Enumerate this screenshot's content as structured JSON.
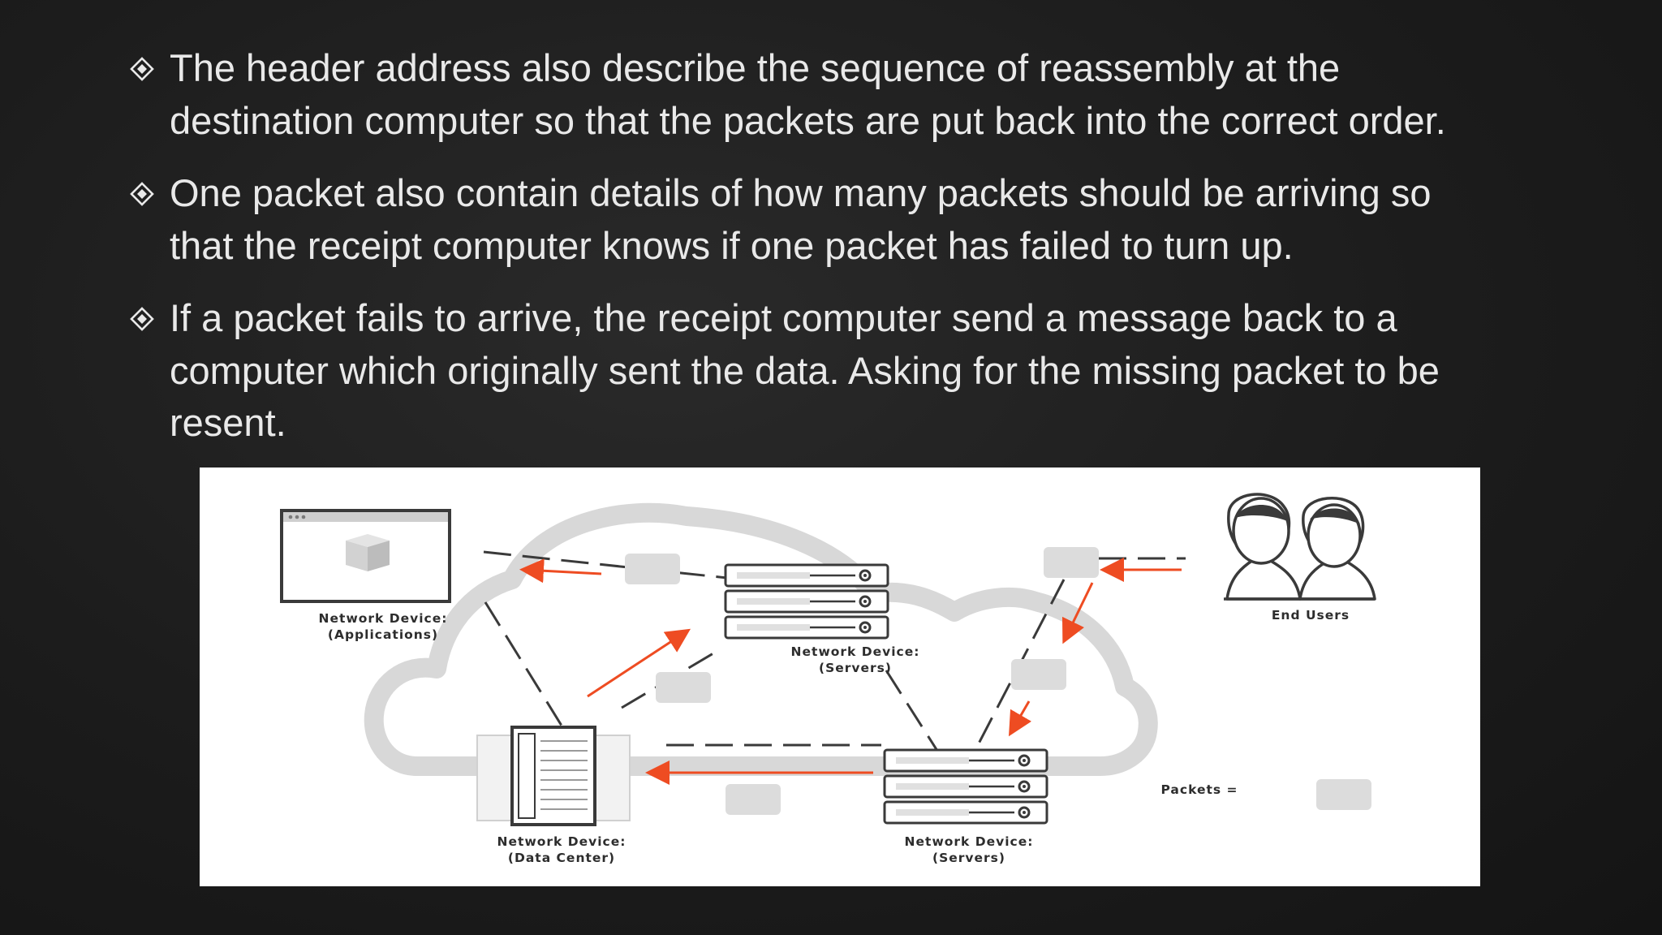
{
  "bullets": [
    {
      "line1": "The header address also describe the sequence of reassembly at the",
      "line2": "destination computer so that the packets are put back into the correct order."
    },
    {
      "line1": "One packet also contain details of how many packets should be arriving so",
      "line2": "that the receipt computer knows if one packet has failed to turn up."
    },
    {
      "line1": "If a packet fails to arrive, the receipt computer send a message back to a",
      "line2": "computer which originally sent the data. Asking for the missing packet to be",
      "line3": "resent."
    }
  ],
  "diagram": {
    "applications": {
      "line1": "Network Device:",
      "line2": "(Applications)"
    },
    "servers_top": {
      "line1": "Network Device:",
      "line2": "(Servers)"
    },
    "data_center": {
      "line1": "Network Device:",
      "line2": "(Data Center)"
    },
    "servers_bottom": {
      "line1": "Network Device:",
      "line2": "(Servers)"
    },
    "end_users": "End Users",
    "packets_legend": "Packets ="
  },
  "colors": {
    "text": "#e9e9e9",
    "arrow": "#ee4c22",
    "packet": "#dcdcdc",
    "cloud": "#d8d8d8",
    "outline": "#3a3a3a"
  }
}
